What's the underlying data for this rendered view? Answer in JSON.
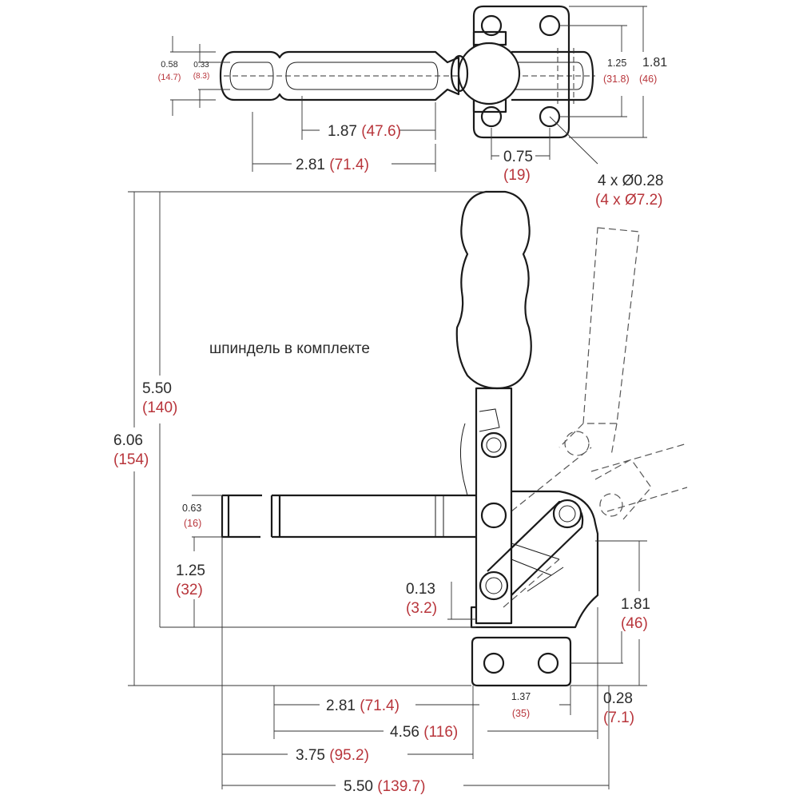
{
  "note": "шпиндель в комплекте",
  "dims": {
    "top_w058": {
      "imp": "0.58",
      "met": "(14.7)"
    },
    "top_w033": {
      "imp": "0.33",
      "met": "(8.3)"
    },
    "top_187": {
      "imp": "1.87",
      "met": "(47.6)"
    },
    "top_281": {
      "imp": "2.81",
      "met": "(71.4)"
    },
    "top_075": {
      "imp": "0.75",
      "met": "(19)"
    },
    "top_125": {
      "imp": "1.25",
      "met": "(31.8)"
    },
    "top_181": {
      "imp": "1.81",
      "met": "(46)"
    },
    "holes": {
      "imp": "4 x Ø0.28",
      "met": "(4 x Ø7.2)"
    },
    "side_550h": {
      "imp": "5.50",
      "met": "(140)"
    },
    "side_606": {
      "imp": "6.06",
      "met": "(154)"
    },
    "side_063": {
      "imp": "0.63",
      "met": "(16)"
    },
    "side_125": {
      "imp": "1.25",
      "met": "(32)"
    },
    "side_013": {
      "imp": "0.13",
      "met": "(3.2)"
    },
    "side_181": {
      "imp": "1.81",
      "met": "(46)"
    },
    "side_028": {
      "imp": "0.28",
      "met": "(7.1)"
    },
    "bot_281": {
      "imp": "2.81",
      "met": "(71.4)"
    },
    "bot_137": {
      "imp": "1.37",
      "met": "(35)"
    },
    "bot_456": {
      "imp": "4.56",
      "met": "(116)"
    },
    "bot_375": {
      "imp": "3.75",
      "met": "(95.2)"
    },
    "bot_550": {
      "imp": "5.50",
      "met": "(139.7)"
    }
  },
  "colors": {
    "metric": "#b8353b",
    "imperial": "#2b2b2b",
    "line": "#1a1a1a"
  }
}
